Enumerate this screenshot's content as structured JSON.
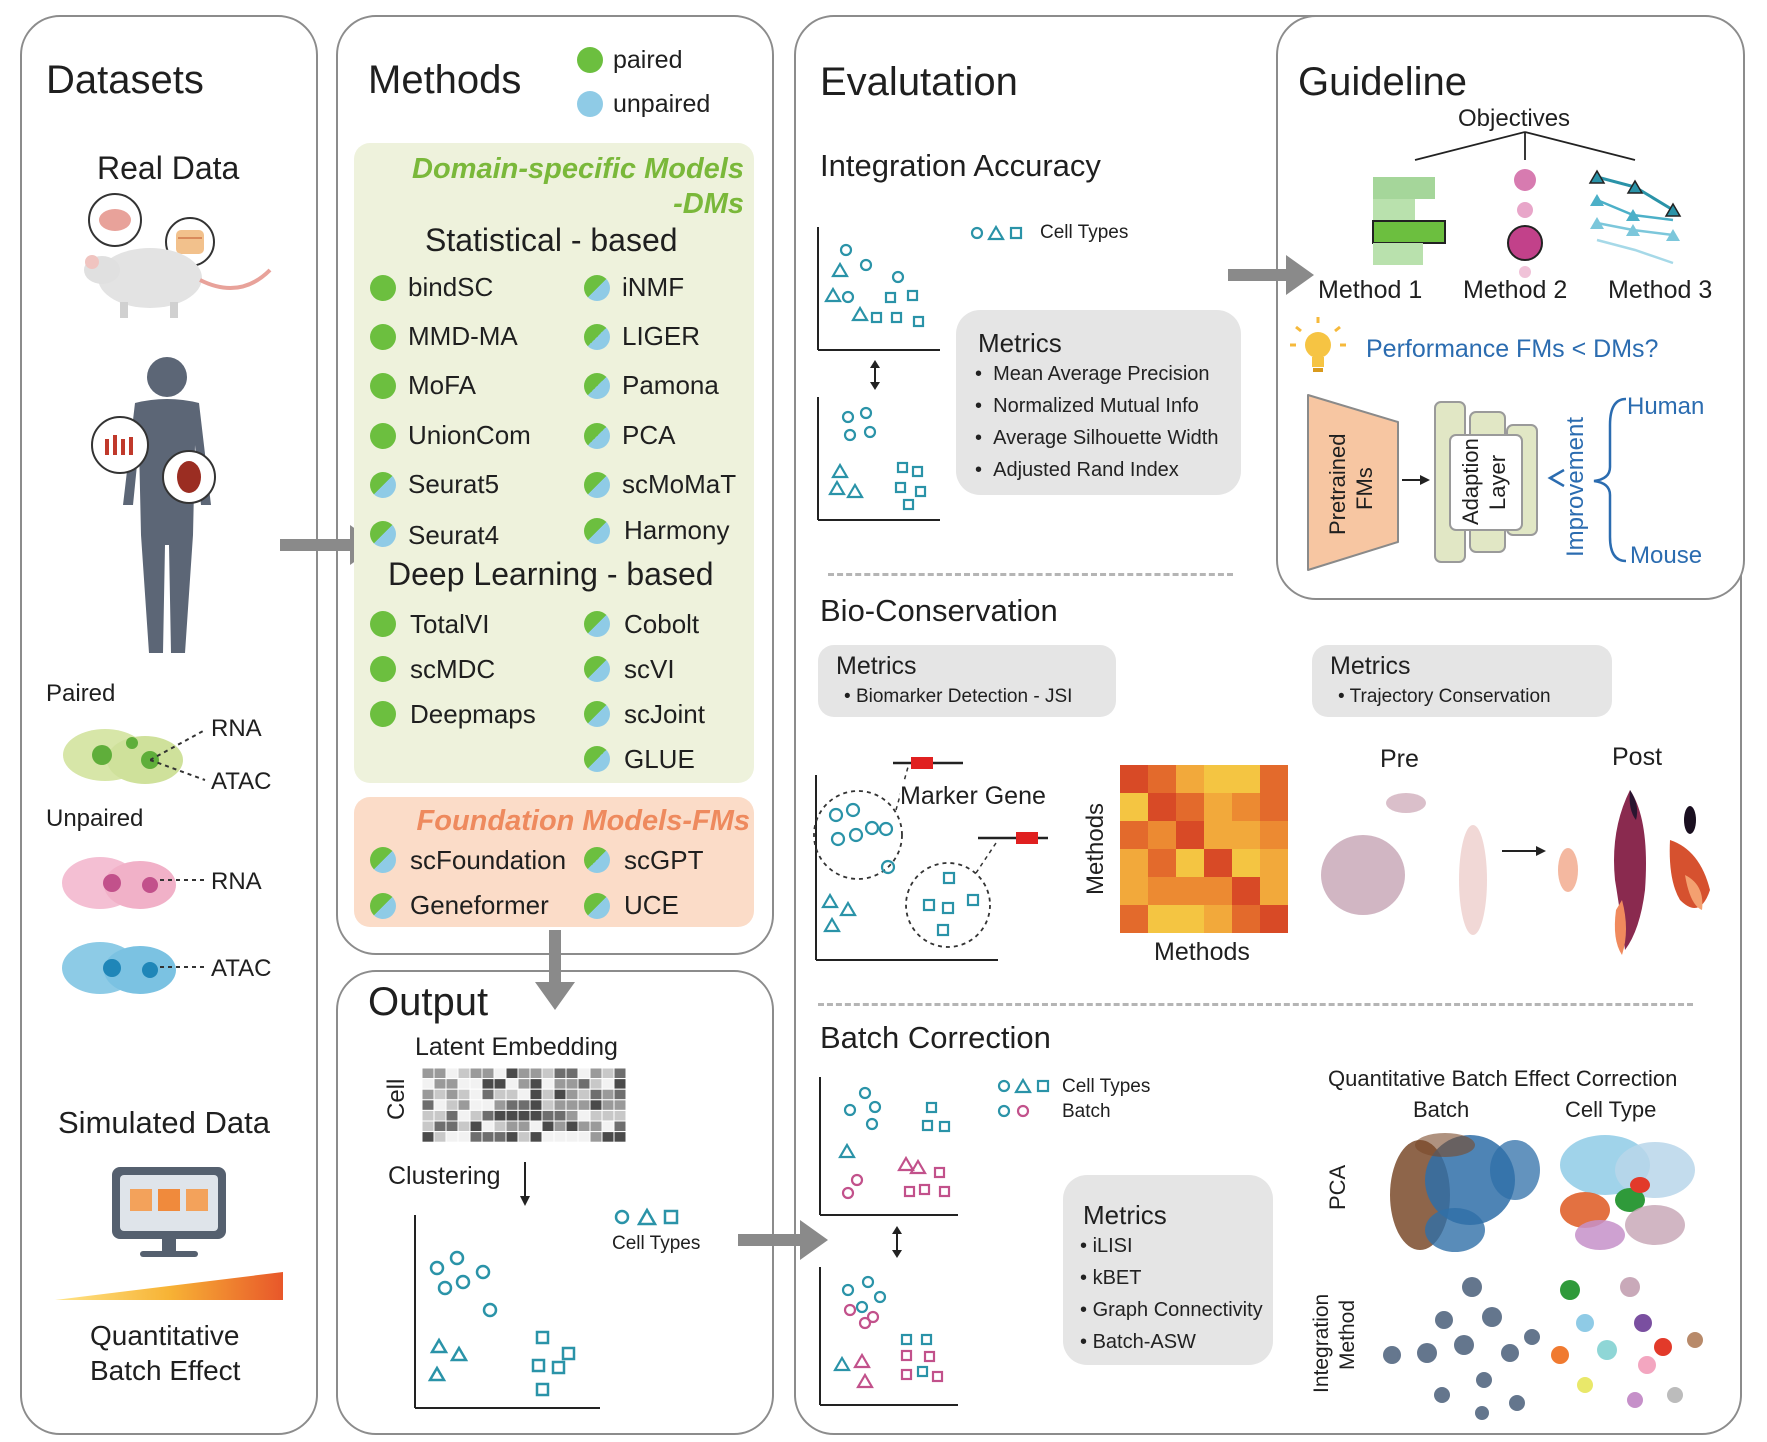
{
  "datasets": {
    "title": "Datasets",
    "real_data": "Real Data",
    "paired": "Paired",
    "unpaired": "Unpaired",
    "rna": "RNA",
    "atac": "ATAC",
    "simulated_data": "Simulated Data",
    "quant_line1": "Quantitative",
    "quant_line2": "Batch Effect"
  },
  "methods": {
    "title": "Methods",
    "legend_paired": "paired",
    "legend_unpaired": "unpaired",
    "dm_title_line1": "Domain-specific Models",
    "dm_title_line2": "-DMs",
    "statistical": "Statistical - based",
    "deep": "Deep Learning - based",
    "fm_title": "Foundation Models-FMs",
    "stat_left": [
      "bindSC",
      "MMD-MA",
      "MoFA",
      "UnionCom",
      "Seurat5",
      "Seurat4"
    ],
    "stat_right": [
      "iNMF",
      "LIGER",
      "Pamona",
      "PCA",
      "scMoMaT",
      "Harmony"
    ],
    "deep_left": [
      "TotalVI",
      "scMDC",
      "Deepmaps"
    ],
    "deep_right": [
      "Cobolt",
      "scVI",
      "scJoint",
      "GLUE"
    ],
    "fm_left": [
      "scFoundation",
      "Geneformer"
    ],
    "fm_right": [
      "scGPT",
      "UCE"
    ],
    "colors": {
      "paired": "#6cbf3f",
      "unpaired": "#8fcbe6",
      "dm_bg": "#eef2dc",
      "fm_bg": "#fbdcc8",
      "dm_title": "#7ab83a",
      "fm_title": "#ee8a5e"
    }
  },
  "output": {
    "title": "Output",
    "latent": "Latent Embedding",
    "cell": "Cell",
    "clustering": "Clustering",
    "cell_types": "Cell Types"
  },
  "evaluation": {
    "title": "Evalutation",
    "integration": {
      "title": "Integration Accuracy",
      "cell_types": "Cell Types",
      "metrics_title": "Metrics",
      "metrics": [
        "Mean Average Precision",
        "Normalized Mutual Info",
        "Average Silhouette Width",
        "Adjusted Rand Index"
      ]
    },
    "bio": {
      "title": "Bio-Conservation",
      "metrics1_title": "Metrics",
      "metrics1": [
        "Biomarker Detection - JSI"
      ],
      "metrics2_title": "Metrics",
      "metrics2": [
        "Trajectory Conservation"
      ],
      "marker_gene": "Marker Gene",
      "methods_y": "Methods",
      "methods_x": "Methods",
      "pre": "Pre",
      "post": "Post"
    },
    "batch": {
      "title": "Batch Correction",
      "cell_types": "Cell Types",
      "batch": "Batch",
      "metrics_title": "Metrics",
      "metrics": [
        "iLISI",
        "kBET",
        "Graph Connectivity",
        "Batch-ASW"
      ],
      "qbec_title": "Quantitative Batch Effect Correction",
      "col_batch": "Batch",
      "col_celltype": "Cell Type",
      "row_pca": "PCA",
      "row_integration_1": "Integration",
      "row_integration_2": "Method"
    }
  },
  "guideline": {
    "title": "Guideline",
    "objectives": "Objectives",
    "method1": "Method 1",
    "method2": "Method 2",
    "method3": "Method 3",
    "question": "Performance FMs < DMs?",
    "pretrained_1": "Pretrained",
    "pretrained_2": "FMs",
    "adaption_1": "Adaption",
    "adaption_2": "Layer",
    "improvement": "Improvement",
    "human": "Human",
    "mouse": "Mouse"
  }
}
